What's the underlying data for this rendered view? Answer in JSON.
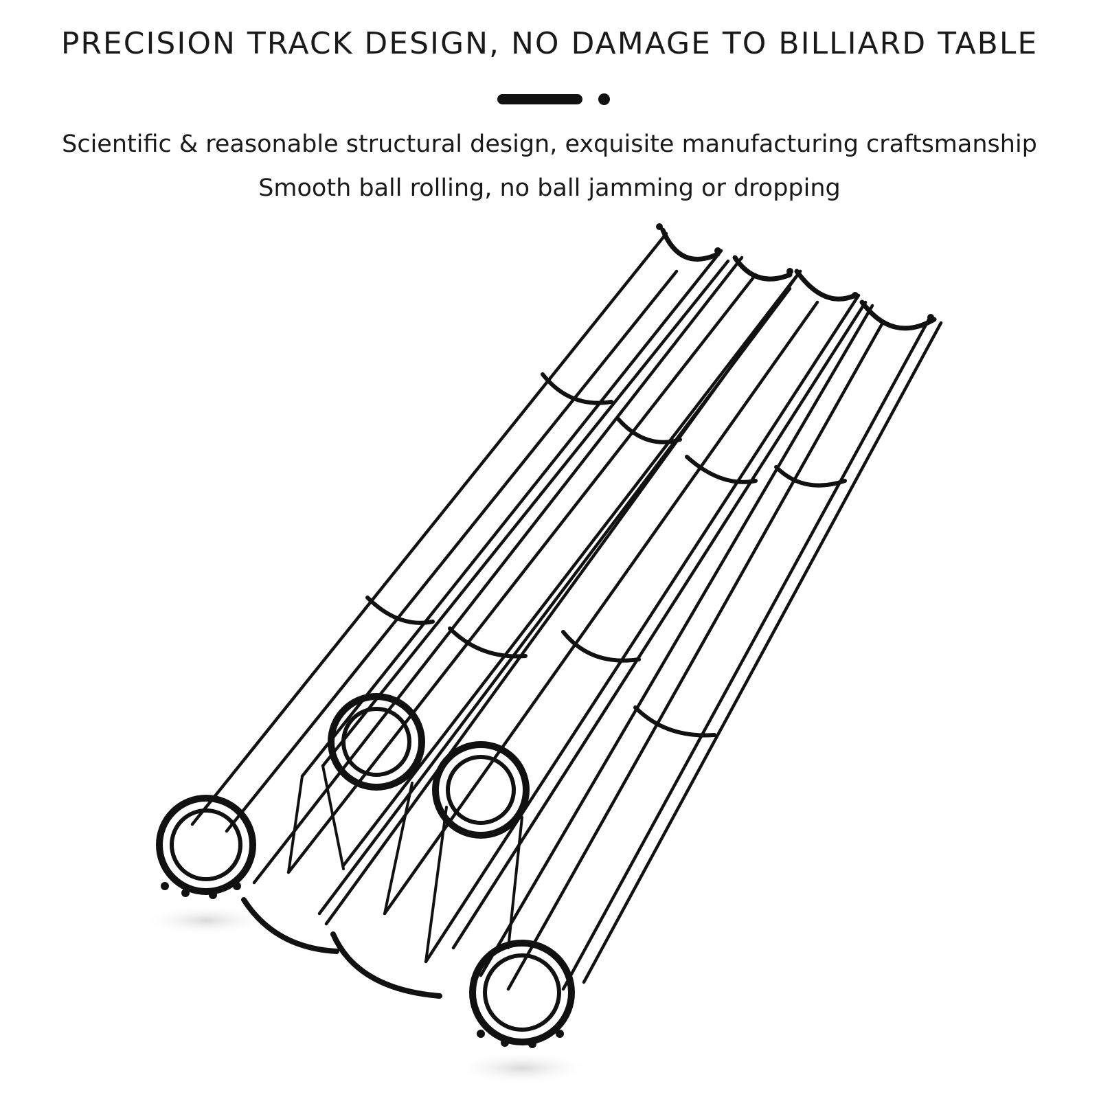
{
  "headline": "PRECISION TRACK DESIGN, NO DAMAGE TO BILLIARD TABLE",
  "subtitle_line1": "Scientific & reasonable structural design, exquisite manufacturing craftsmanship",
  "subtitle_line2": "Smooth ball rolling, no ball jamming or dropping",
  "colors": {
    "text": "#1a1a1a",
    "accent": "#111111",
    "background": "#ffffff"
  }
}
